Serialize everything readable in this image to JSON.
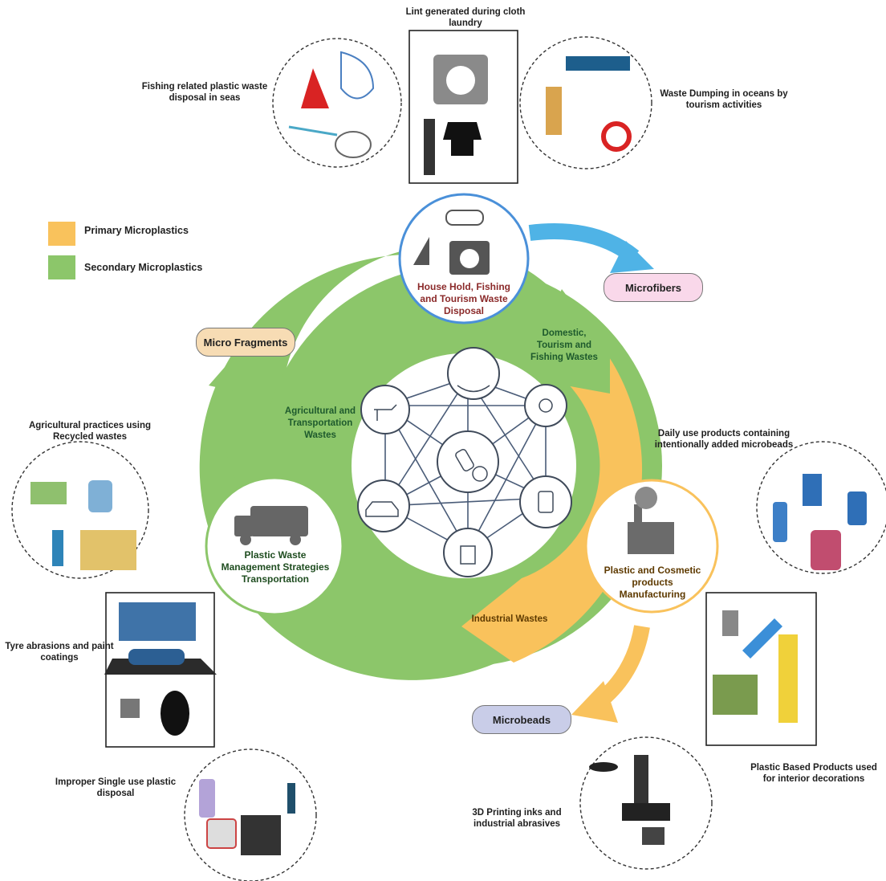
{
  "legend": {
    "primary": {
      "label": "Primary Microplastics",
      "color": "#f9c25c"
    },
    "secondary": {
      "label": "Secondary Microplastics",
      "color": "#8cc66a"
    }
  },
  "colors": {
    "green_ring": "#8cc66a",
    "yellow_ring": "#f9c25c",
    "blue_arrow": "#4fb3e6",
    "node_blue_border": "#4a90d9",
    "node_green_border": "#8cc66a",
    "node_yellow_border": "#f9c25c"
  },
  "hubs": {
    "top": "House Hold, Fishing and Tourism Waste Disposal",
    "left": "Plastic Waste Management Strategies Transportation",
    "right": "Plastic and Cosmetic products Manufacturing"
  },
  "ring_labels": {
    "domestic": "Domestic, Tourism and Fishing Wastes",
    "agricultural": "Agricultural and Transportation Wastes",
    "industrial": "Industrial Wastes"
  },
  "outputs": {
    "microfibers": "Microfibers",
    "micro_fragments": "Micro Fragments",
    "microbeads": "Microbeads"
  },
  "sources": {
    "fishing": "Fishing related plastic waste disposal in seas",
    "laundry": "Lint generated during cloth laundry",
    "tourism": "Waste Dumping in oceans by tourism activities",
    "agriculture": "Agricultural practices using Recycled wastes",
    "tyre": "Tyre abrasions and paint coatings",
    "single_use": "Improper Single use plastic disposal",
    "daily_use": "Daily use products containing intentionally added microbeads",
    "interior": "Plastic Based Products used for interior decorations",
    "printing": "3D Printing inks and industrial abrasives"
  }
}
